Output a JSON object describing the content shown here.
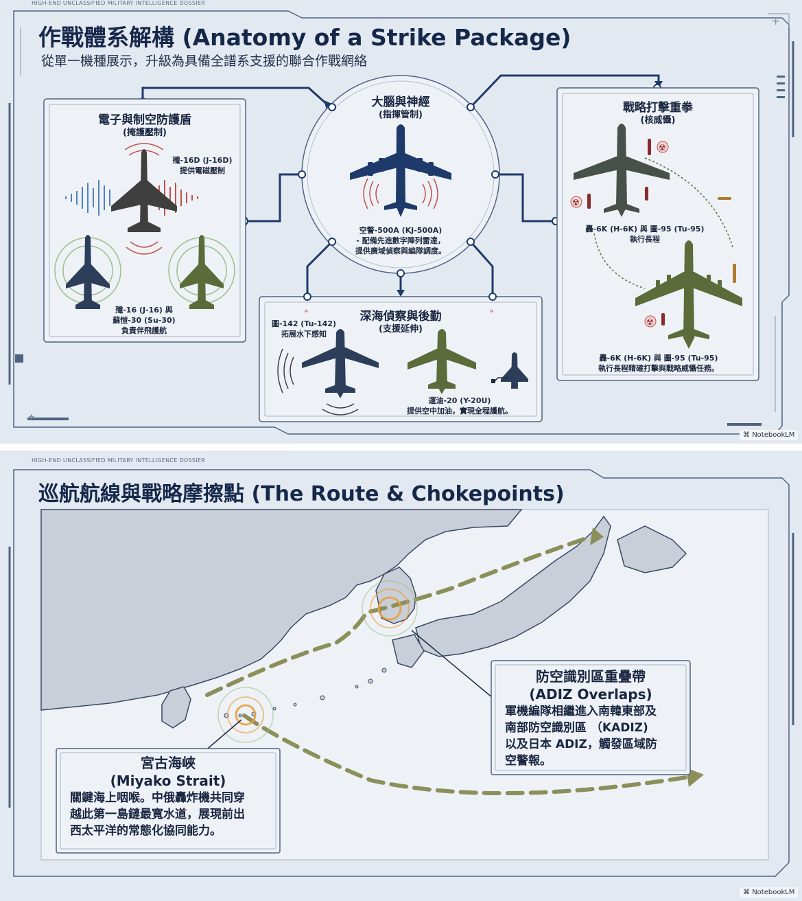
{
  "panel1": {
    "dossier": "HIGH-END UNCLASSIFIED MILITARY INTELLIGENCE DOSSIER",
    "title": "作戰體系解構 (Anatomy of a Strike Package)",
    "subtitle": "從單一機種展示，升級為具備全譜系支援的聯合作戰網絡",
    "ew": {
      "title": "電子與制空防護盾",
      "subtitle": "(掩護壓制)",
      "j16d_label": "殲-16D (J-16D)",
      "j16d_desc": "提供電磁壓制",
      "escort_line1": "殲-16 (J-16) 與",
      "escort_line2": "蘇愷-30 (Su-30)",
      "escort_line3": "負責伴飛護航"
    },
    "c2": {
      "title": "大腦與神經",
      "subtitle": "(指揮管制)",
      "line1": "空警-500A (KJ-500A)",
      "line2": "- 配備先進數字陣列雷達，",
      "line3": "提供廣域偵察與編隊調度。"
    },
    "strike": {
      "title": "戰略打擊重拳",
      "subtitle": "(核威懾)",
      "mid_line1": "轟-6K (H-6K) 與 圖-95 (Tu-95)",
      "mid_line2": "執行長程",
      "bot_line1": "轟-6K (H-6K) 與 圖-95 (Tu-95)",
      "bot_line2": "執行長程精確打擊與戰略威懾任務。"
    },
    "support": {
      "title": "深海偵察與後勤",
      "subtitle": "(支援延伸)",
      "tu142_line1": "圖-142 (Tu-142)",
      "tu142_line2": "拓展水下感知",
      "y20_line1": "運油-20 (Y-20U)",
      "y20_line2": "提供空中加油，實現全程護航。"
    },
    "notebook": "NotebookLM"
  },
  "panel2": {
    "dossier": "HIGH-END UNCLASSIFIED MILITARY INTELLIGENCE DOSSIER",
    "title": "巡航航線與戰略摩擦點 (The Route & Chokepoints)",
    "adiz": {
      "title1": "防空識別區重疊帶",
      "title2": "(ADIZ Overlaps)",
      "body1": "軍機編隊相繼進入南韓東部及",
      "body2": "南部防空識別區 （KADIZ)",
      "body3": "以及日本 ADIZ，觸發區域防",
      "body4": "空警報。"
    },
    "miyako": {
      "title1": "宮古海峽",
      "title2": "(Miyako Strait)",
      "body1": "關鍵海上咽喉。中俄轟炸機共同穿",
      "body2": "越此第一島鏈最寬水道，展現前出",
      "body3": "西太平洋的常態化協同能力。"
    },
    "notebook": "NotebookLM"
  },
  "colors": {
    "background": "#e3e9f1",
    "navy": "#1d3a6b",
    "frame": "#4f6280",
    "olive": "#5b6b3a",
    "route": "#8b8f5a",
    "land": "#c9cfd8",
    "glow": "#e8a040",
    "red_wave": "#c0504d",
    "blue_wave": "#4f81bd"
  }
}
